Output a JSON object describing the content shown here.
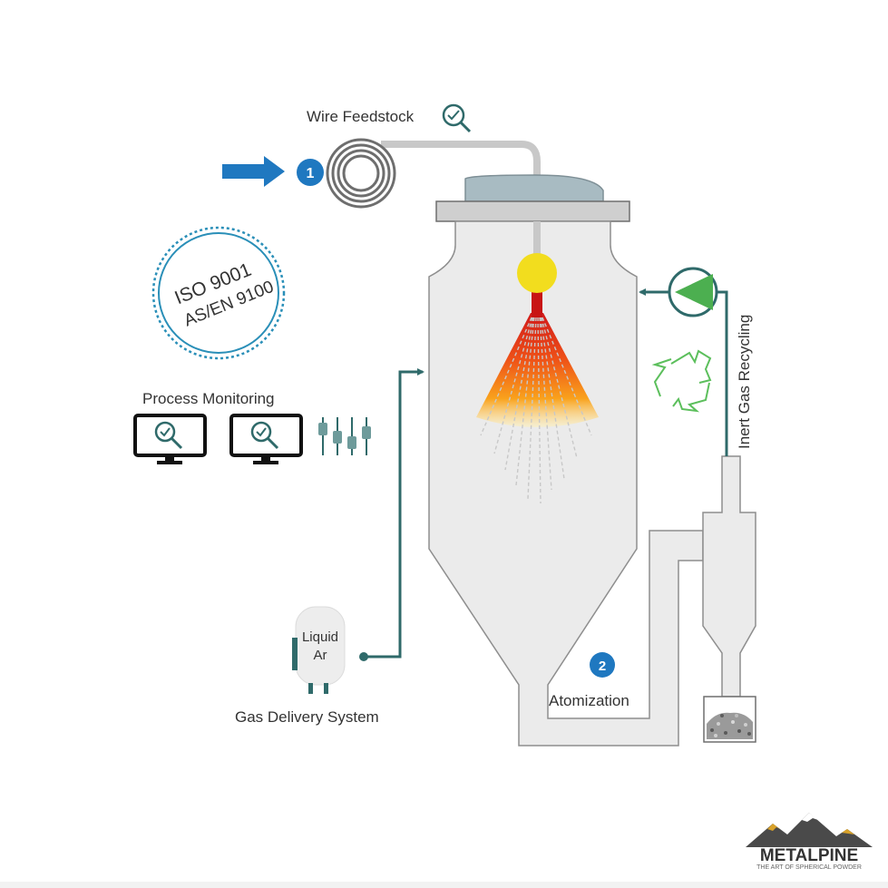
{
  "labels": {
    "wire_feedstock": "Wire Feedstock",
    "process_monitoring": "Process Monitoring",
    "gas_delivery": "Gas Delivery System",
    "liquid": "Liquid",
    "ar": "Ar",
    "atomization": "Atomization",
    "inert_gas": "Inert Gas Recycling"
  },
  "badges": {
    "step1": "1",
    "step2": "2"
  },
  "certification": {
    "line1": "ISO 9001",
    "line2": "AS/EN 9100"
  },
  "logo": {
    "name": "METALPINE",
    "tagline": "THE ART OF SPHERICAL POWDER"
  },
  "colors": {
    "blue": "#1f78c0",
    "teal": "#2f6a6a",
    "gray": "#c8c8c8",
    "vessel_fill": "#ebebeb",
    "vessel_stroke": "#8e8e8e",
    "molten": "#f2dd1e",
    "green": "#4caf50",
    "cert_blue": "#2a8fb8"
  },
  "icons": [
    "search-check-icon",
    "monitor-icon",
    "recycle-icon",
    "pump-icon",
    "equalizer-icon",
    "arrow-right-icon"
  ]
}
